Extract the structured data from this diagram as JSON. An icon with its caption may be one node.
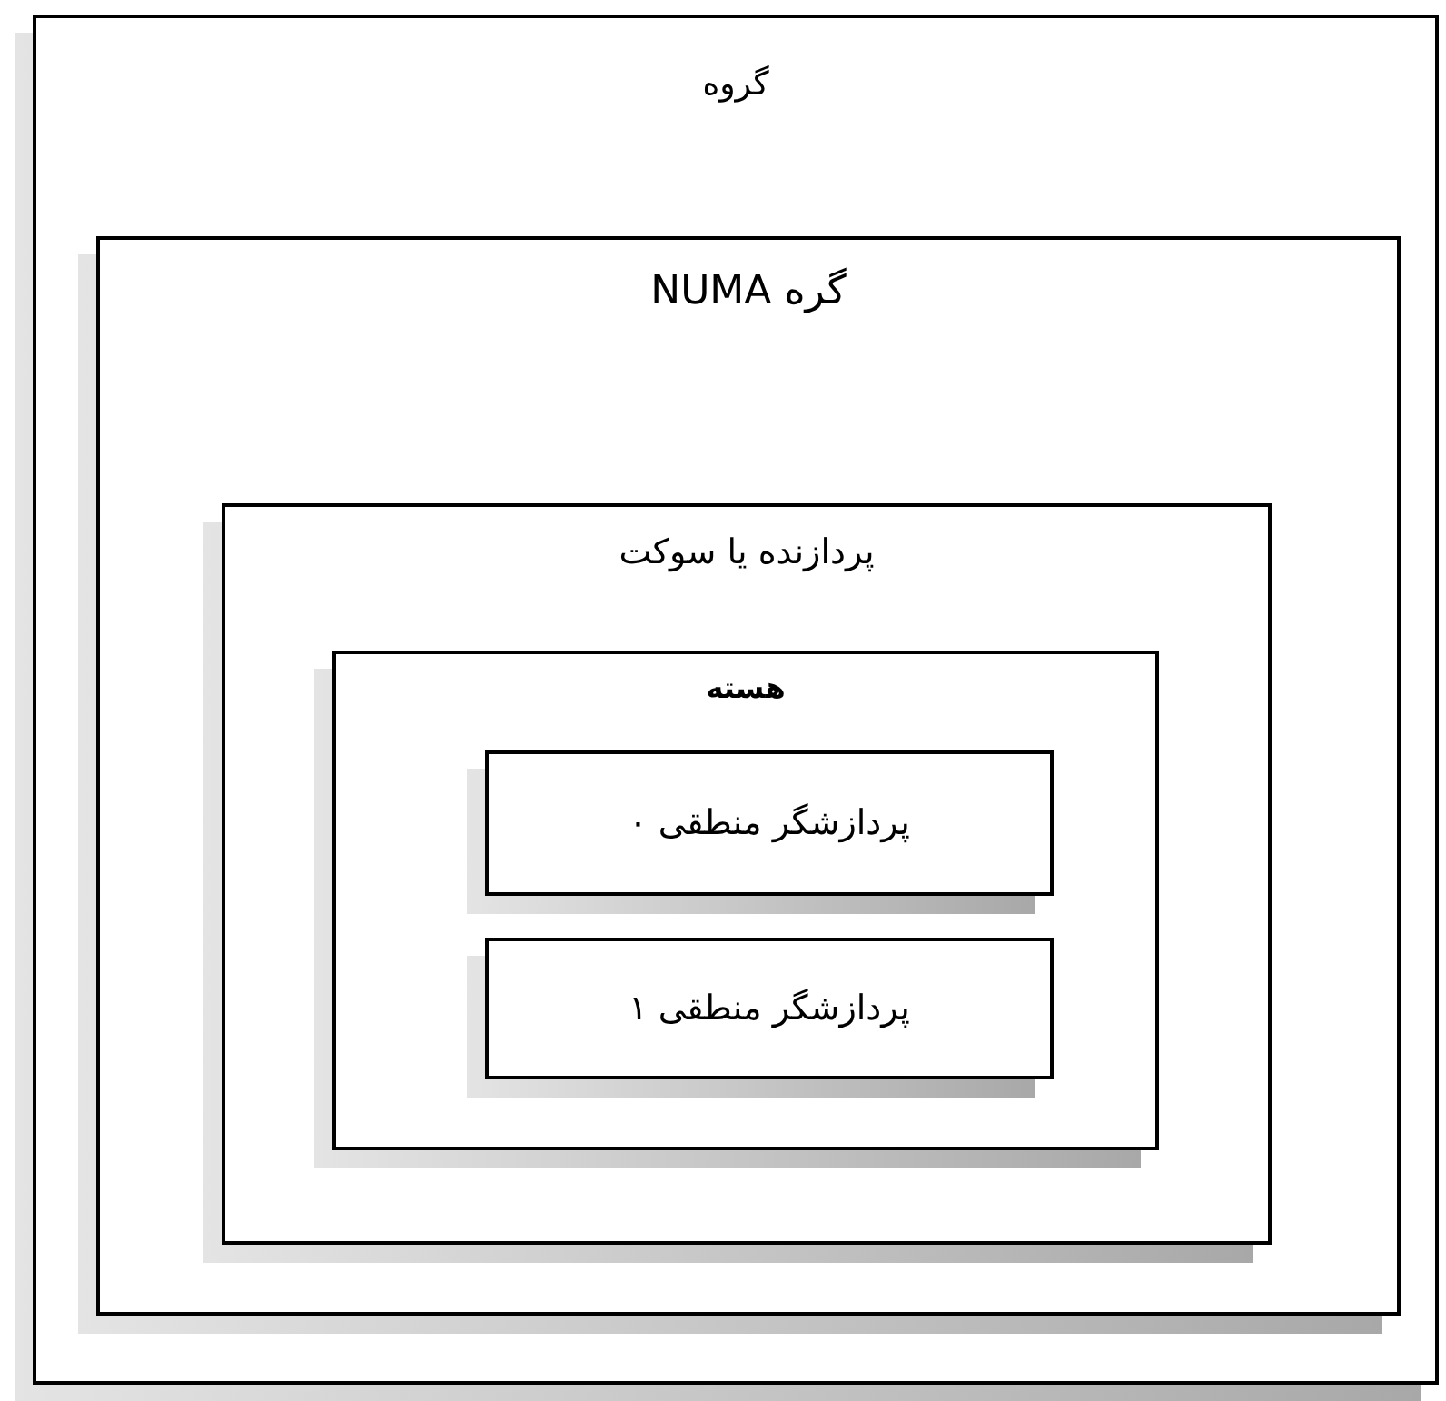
{
  "diagram": {
    "nodes": [
      {
        "text": [
          "گروه"
        ]
      },
      {
        "text": [
          "گره NUMA"
        ],
        "in": 0
      },
      {
        "text": [
          "پردازنده یا سوکت"
        ],
        "in": 1
      },
      {
        "text": [
          "هسته"
        ],
        "in": 2
      },
      {
        "text": [
          "پردازشگر منطقی ۰"
        ],
        "in": 3
      },
      {
        "text": [
          "پردازشگر منطقی ۱"
        ],
        "in": 3
      }
    ]
  }
}
